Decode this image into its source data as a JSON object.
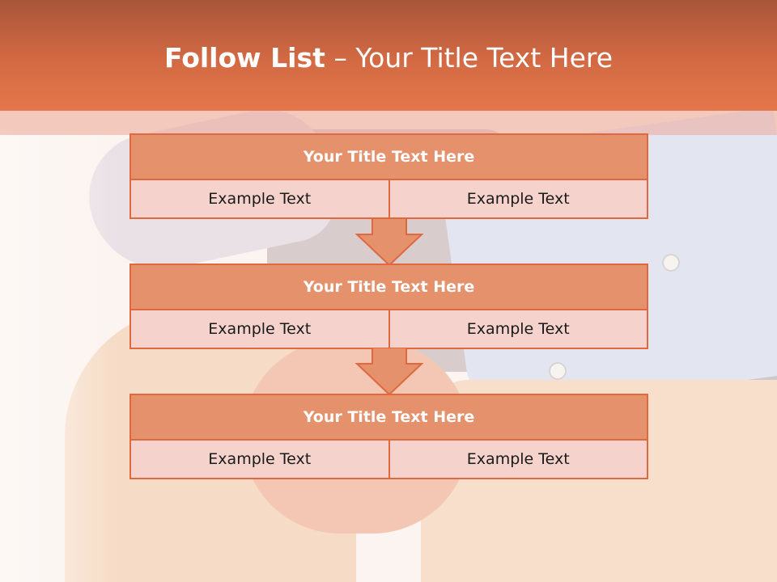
{
  "slide": {
    "title_bold": "Follow List",
    "title_rest": " – Your Title Text Here"
  },
  "blocks": [
    {
      "heading": "Your Title Text Here",
      "cells": [
        "Example Text",
        "Example Text"
      ]
    },
    {
      "heading": "Your Title Text Here",
      "cells": [
        "Example Text",
        "Example Text"
      ]
    },
    {
      "heading": "Your Title Text Here",
      "cells": [
        "Example Text",
        "Example Text"
      ]
    }
  ],
  "colors": {
    "header": "#d36a43",
    "block_border": "#e0683f",
    "block_head": "#e4916c",
    "block_cell": "#f5d3cc",
    "arrow": "#e4916c"
  }
}
